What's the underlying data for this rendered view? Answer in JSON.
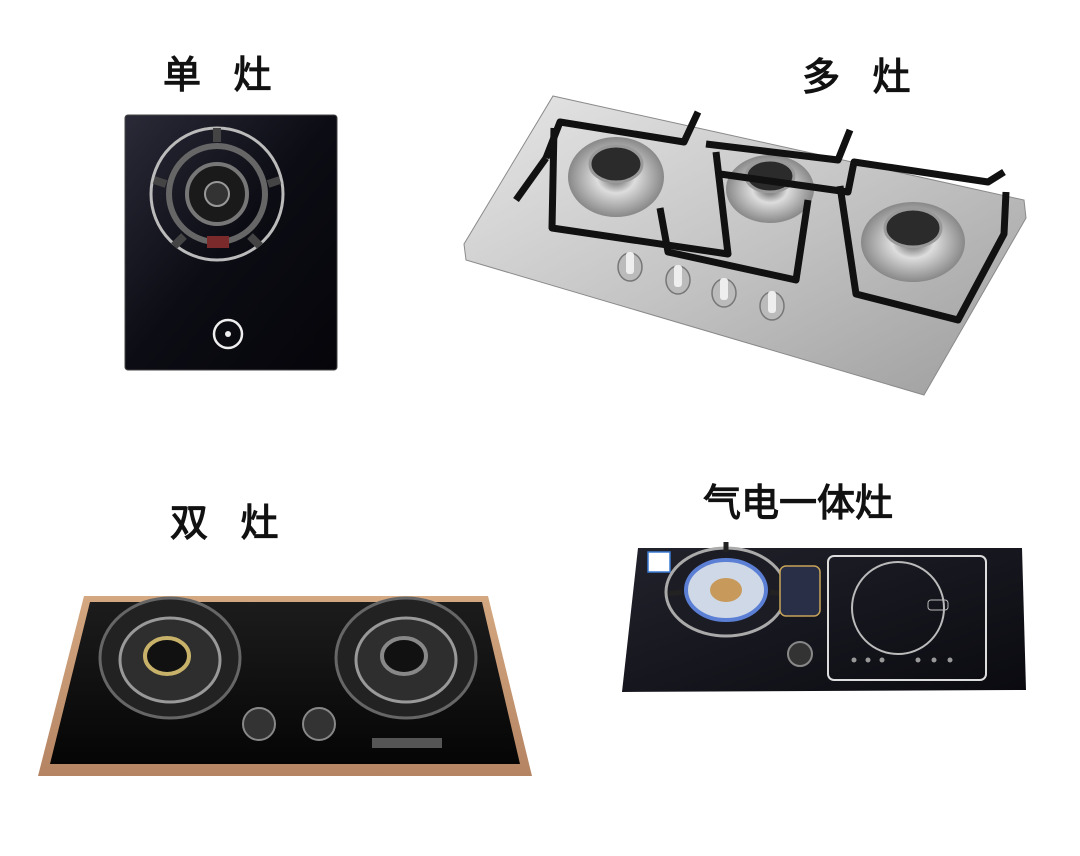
{
  "labels": {
    "single": "单  灶",
    "multi": "多  灶",
    "double": "双  灶",
    "hybrid": "气电一体灶"
  }
}
